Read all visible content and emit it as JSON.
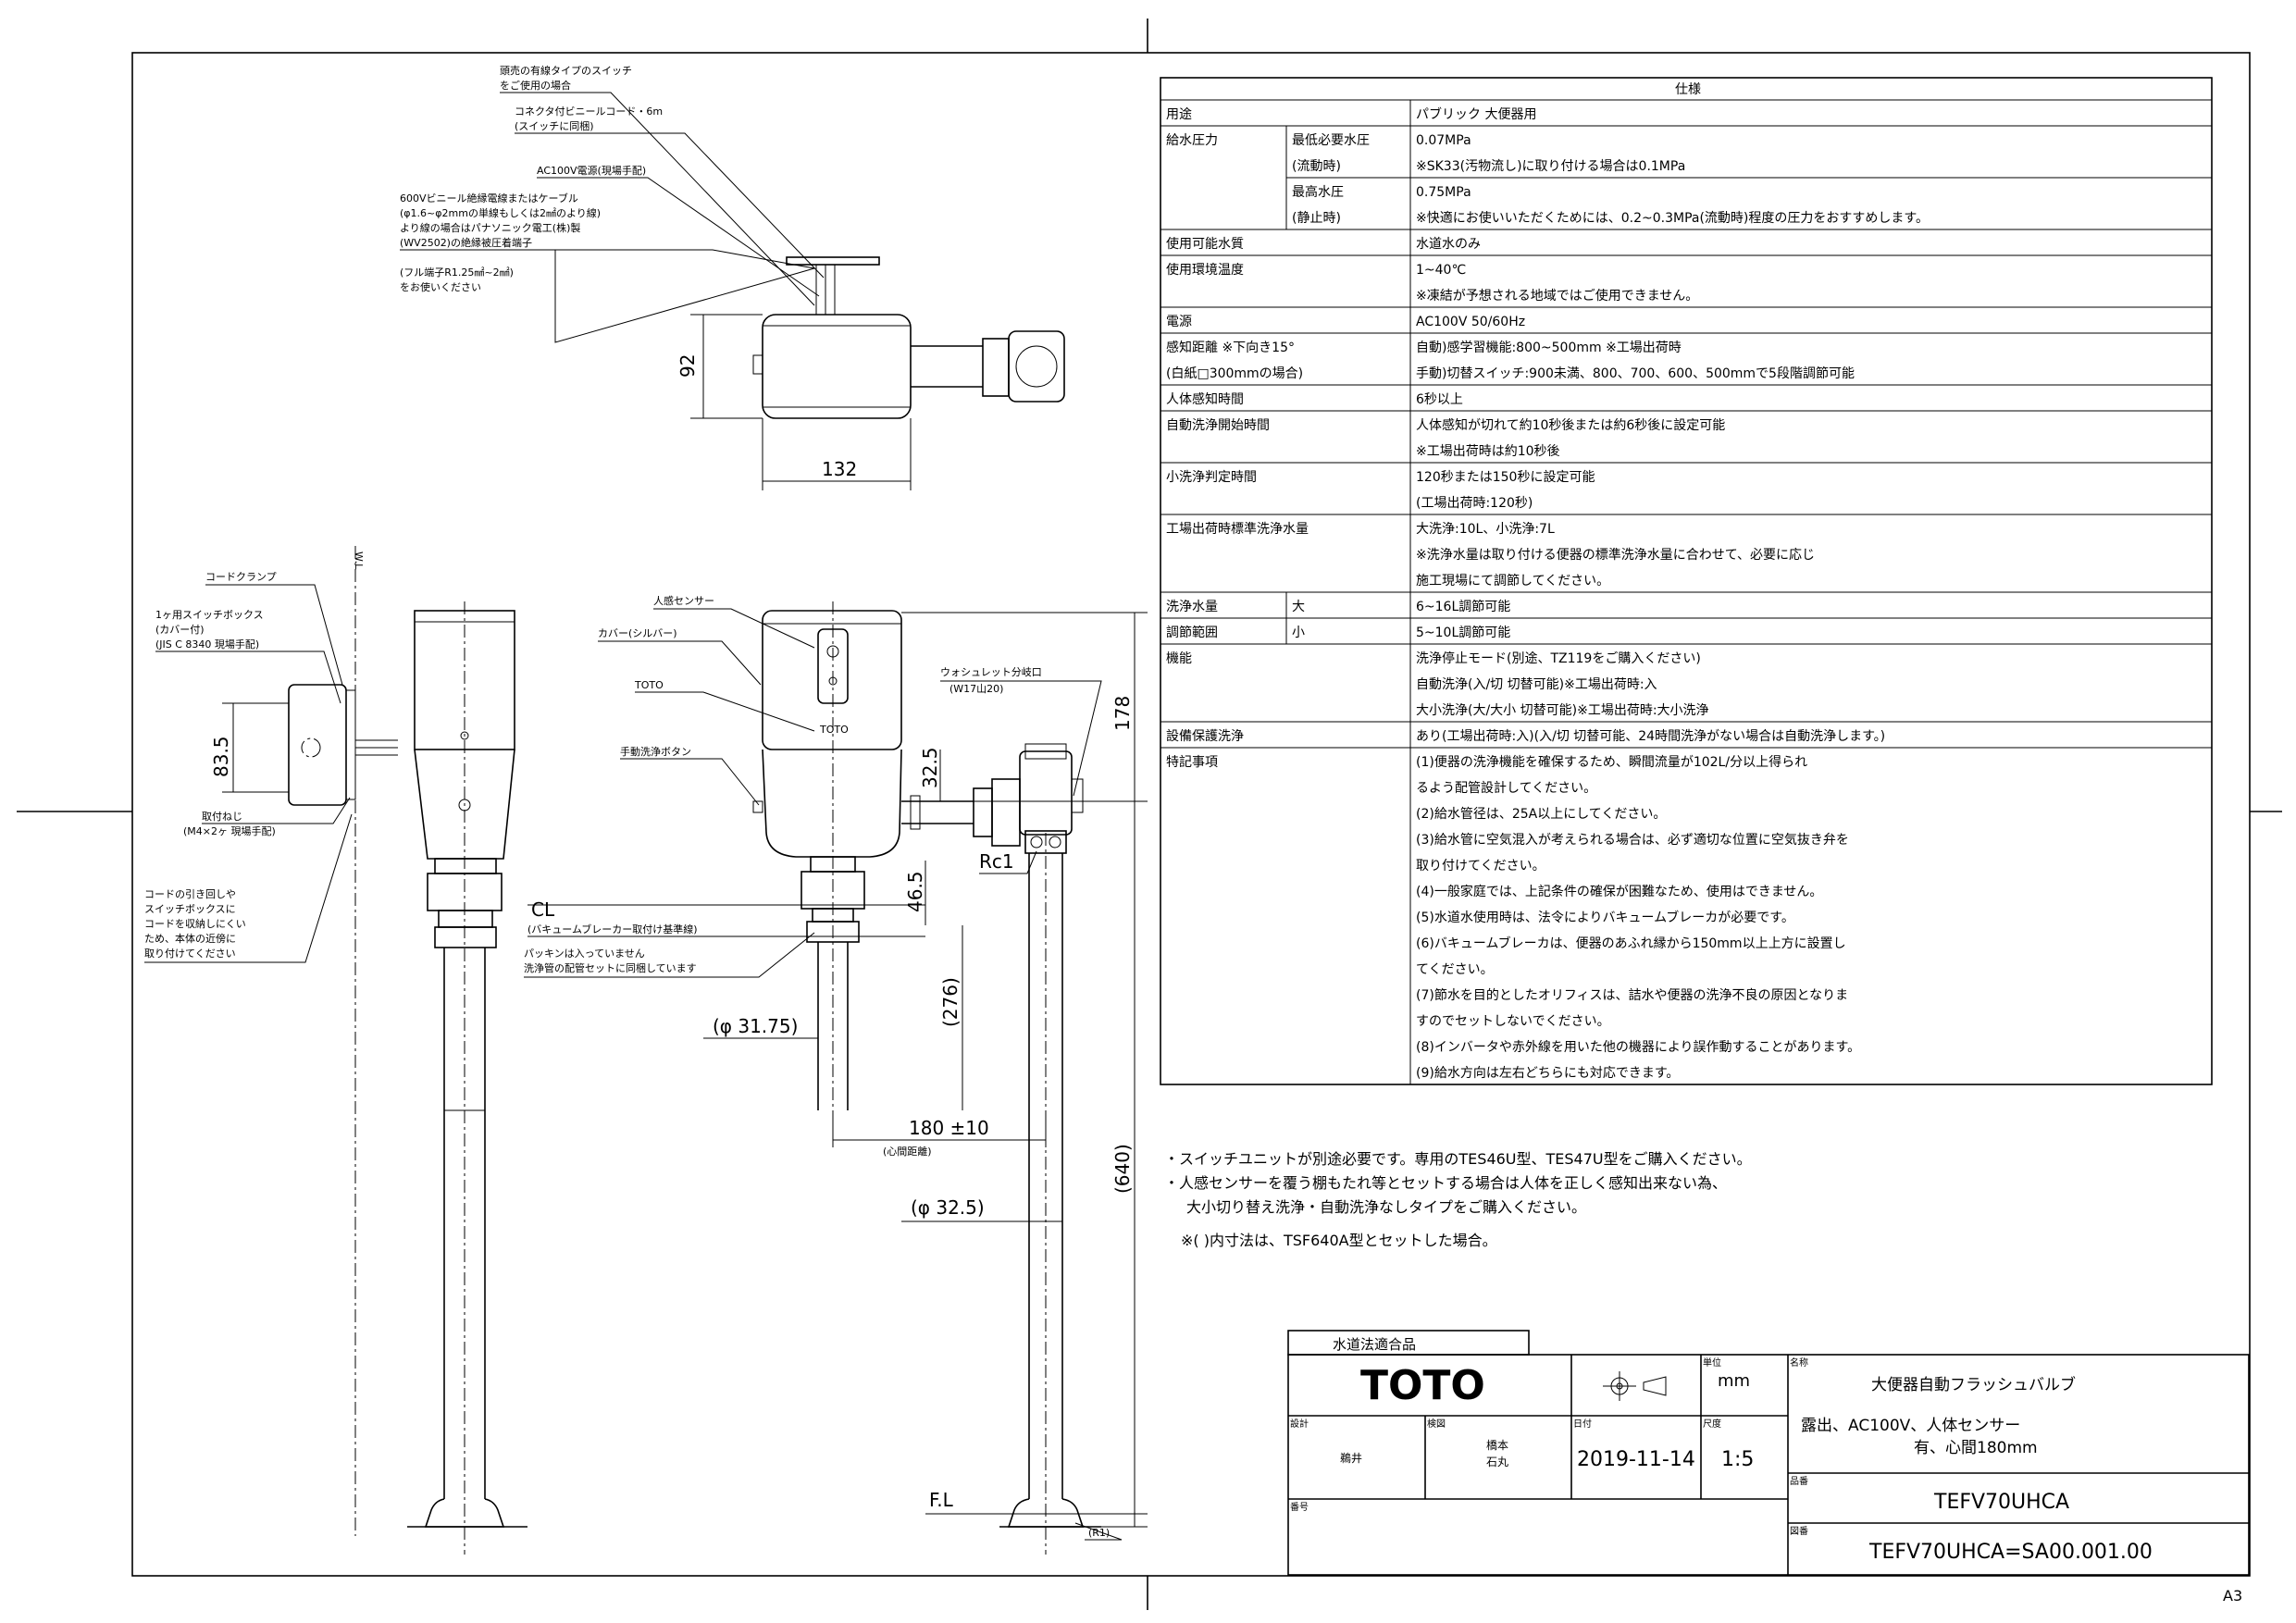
{
  "sheet_size": "A3",
  "spec_table": {
    "title": "仕様",
    "rows": [
      {
        "label": "用途",
        "sub": "",
        "value": [
          "パブリック 大便器用"
        ]
      },
      {
        "label": "給水圧力",
        "sub": "最低必要水圧\n(流動時)",
        "value": [
          "0.07MPa",
          "※SK33(汚物流し)に取り付ける場合は0.1MPa"
        ]
      },
      {
        "label": "",
        "sub": "最高水圧\n(静止時)",
        "value": [
          "0.75MPa",
          "※快適にお使いいただくためには、0.2~0.3MPa(流動時)程度の圧力をおすすめします。"
        ]
      },
      {
        "label": "使用可能水質",
        "sub": "",
        "value": [
          "水道水のみ"
        ]
      },
      {
        "label": "使用環境温度",
        "sub": "",
        "value": [
          "1~40℃",
          "※凍結が予想される地域ではご使用できません。"
        ]
      },
      {
        "label": "電源",
        "sub": "",
        "value": [
          "AC100V 50/60Hz"
        ]
      },
      {
        "label": "感知距離 ※下向き15°\n(白紙□300mmの場合)",
        "sub": "",
        "value": [
          "自動)感学習機能:800~500mm ※工場出荷時",
          "手動)切替スイッチ:900未満、800、700、600、500mmで5段階調節可能"
        ]
      },
      {
        "label": "人体感知時間",
        "sub": "",
        "value": [
          "6秒以上"
        ]
      },
      {
        "label": "自動洗浄開始時間",
        "sub": "",
        "value": [
          "人体感知が切れて約10秒後または約6秒後に設定可能",
          "※工場出荷時は約10秒後"
        ]
      },
      {
        "label": "小洗浄判定時間",
        "sub": "",
        "value": [
          "120秒または150秒に設定可能",
          "(工場出荷時:120秒)"
        ]
      },
      {
        "label": "工場出荷時標準洗浄水量",
        "sub": "",
        "value": [
          "大洗浄:10L、小洗浄:7L",
          "※洗浄水量は取り付ける便器の標準洗浄水量に合わせて、必要に応じ",
          "施工現場にて調節してください。"
        ]
      },
      {
        "label": "洗浄水量",
        "sub": "大",
        "value": [
          "6~16L調節可能"
        ]
      },
      {
        "label": "調節範囲",
        "sub": "小",
        "value": [
          "5~10L調節可能"
        ]
      },
      {
        "label": "機能",
        "sub": "",
        "value": [
          "洗浄停止モード(別途、TZ119をご購入ください)",
          "自動洗浄(入/切 切替可能)※工場出荷時:入",
          "大小洗浄(大/大小 切替可能)※工場出荷時:大小洗浄"
        ]
      },
      {
        "label": "設備保護洗浄",
        "sub": "",
        "value": [
          "あり(工場出荷時:入)(入/切 切替可能、24時間洗浄がない場合は自動洗浄します。)"
        ]
      },
      {
        "label": "特記事項",
        "sub": "",
        "value": [
          "(1)便器の洗浄機能を確保するため、瞬間流量が102L/分以上得られ",
          "るよう配管設計してください。",
          "(2)給水管径は、25A以上にしてください。",
          "(3)給水管に空気混入が考えられる場合は、必ず適切な位置に空気抜き弁を",
          "取り付けてください。",
          "(4)一般家庭では、上記条件の確保が困難なため、使用はできません。",
          "(5)水道水使用時は、法令によりバキュームブレーカが必要です。",
          "(6)バキュームブレーカは、便器のあふれ縁から150mm以上上方に設置し",
          "てください。",
          "(7)節水を目的としたオリフィスは、詰水や便器の洗浄不良の原因となりま",
          "すのでセットしないでください。",
          "(8)インバータや赤外線を用いた他の機器により誤作動することがあります。",
          "(9)給水方向は左右どちらにも対応できます。"
        ]
      }
    ]
  },
  "notes": [
    "・スイッチユニットが別途必要です。専用のTES46U型、TES47U型をご購入ください。",
    "・人感センサーを覆う棚もたれ等とセットする場合は人体を正しく感知出来ない為、",
    "大小切り替え洗浄・自動洗浄なしタイプをご購入ください。",
    "※(  )内寸法は、TSF640A型とセットした場合。"
  ],
  "title_block": {
    "certification": "水道法適合品",
    "brand": "TOTO",
    "unit_label": "単位",
    "unit": "mm",
    "name_label": "名称",
    "product_name": "大便器自動フラッシュバルブ",
    "product_desc_1": "露出、AC100V、人体センサー",
    "product_desc_2": "有、心間180mm",
    "designer_label": "設計",
    "designer": "鵜井",
    "checker_label": "検図",
    "checker_1": "橋本",
    "checker_2": "石丸",
    "date_label": "日付",
    "date": "2019-11-14",
    "scale_label": "尺度",
    "scale": "1:5",
    "model_label": "品番",
    "model": "TEFV70UHCA",
    "drawing_label": "番号",
    "drawing_no_label": "図番",
    "drawing_no": "TEFV70UHCA=SA00.001.00"
  },
  "top_view": {
    "label_1": "頭売の有線タイプのスイッチ",
    "label_1b": "をご使用の場合",
    "label_2": "コネクタ付ビニールコード・6m",
    "label_2b": "(スイッチに同梱)",
    "label_3": "AC100V電源(現場手配)",
    "label_4": "600Vビニール絶縁電線またはケーブル",
    "label_4b": "(φ1.6~φ2mmの単線もしくは2㎟のより線)",
    "label_4c": "より線の場合はパナソニック電工(株)製",
    "label_4d": "(WV2502)の絶縁被圧着端子",
    "label_4e": "(フル端子R1.25㎟~2㎟)",
    "label_4f": "をお使いください",
    "dim_height": "92",
    "dim_width": "132"
  },
  "side_view": {
    "wall_label": "W.L",
    "cord_clamp": "コードクランプ",
    "switch_box": "1ヶ用スイッチボックス",
    "switch_box_b": "(カバー付)",
    "switch_box_c": "(JIS C 8340 現場手配)",
    "screw": "取付ねじ",
    "screw_b": "(M4×2ヶ 現場手配)",
    "cord_note": [
      "コードの引き回しや",
      "スイッチボックスに",
      "コードを収納しにくい",
      "ため、本体の近傍に",
      "取り付けてください"
    ],
    "dim_835": "83.5"
  },
  "front_view": {
    "sensor": "人感センサー",
    "cover": "カバー(シルバー)",
    "toto": "TOTO",
    "manual_button": "手動洗浄ボタン",
    "washlet": "ウォシュレット分岐口",
    "washlet_b": "(W17山20)",
    "cl": "CL",
    "cl_b": "(バキュームブレーカー取付け基準線)",
    "packing": "パッキンは入っていません",
    "packing_b": "洗浄管の配管セットに同梱しています",
    "rc1": "Rc1",
    "r1": "(R1)",
    "fl": "F.L",
    "logo_small": "TOTO",
    "dim_325": "32.5",
    "dim_178": "178",
    "dim_465": "46.5",
    "dim_276": "(276)",
    "dim_3175": "(φ 31.75)",
    "dim_180": "180 ±10",
    "dim_180_b": "(心間距離)",
    "dim_640": "(640)",
    "dim_pipe": "(φ 32.5)"
  }
}
